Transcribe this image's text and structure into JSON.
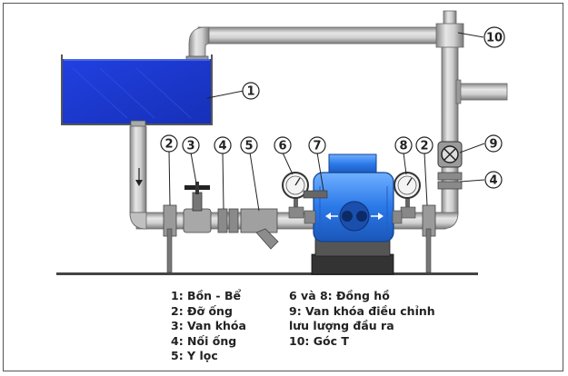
{
  "callouts": [
    {
      "id": "c1",
      "label": "1"
    },
    {
      "id": "c2a",
      "label": "2"
    },
    {
      "id": "c3",
      "label": "3"
    },
    {
      "id": "c4a",
      "label": "4"
    },
    {
      "id": "c5",
      "label": "5"
    },
    {
      "id": "c6",
      "label": "6"
    },
    {
      "id": "c7",
      "label": "7"
    },
    {
      "id": "c8",
      "label": "8"
    },
    {
      "id": "c2b",
      "label": "2"
    },
    {
      "id": "c9",
      "label": "9"
    },
    {
      "id": "c4b",
      "label": "4"
    },
    {
      "id": "c10",
      "label": "10"
    }
  ],
  "legend_left": [
    "1: Bồn - Bể",
    "2: Đỡ ống",
    "3: Van khóa",
    "4: Nối ống",
    "5: Y lọc"
  ],
  "legend_right": [
    "6 và 8: Đồng hồ",
    "9: Van khóa điều chỉnh",
    "lưu lượng đầu ra",
    "10: Góc T"
  ],
  "colors": {
    "tank_water": "#1f3bd6",
    "pump_blue": "#2a78e8",
    "pipe": "#b9b9b9",
    "pipe_edge": "#6b6b6b",
    "ground": "#444444"
  }
}
